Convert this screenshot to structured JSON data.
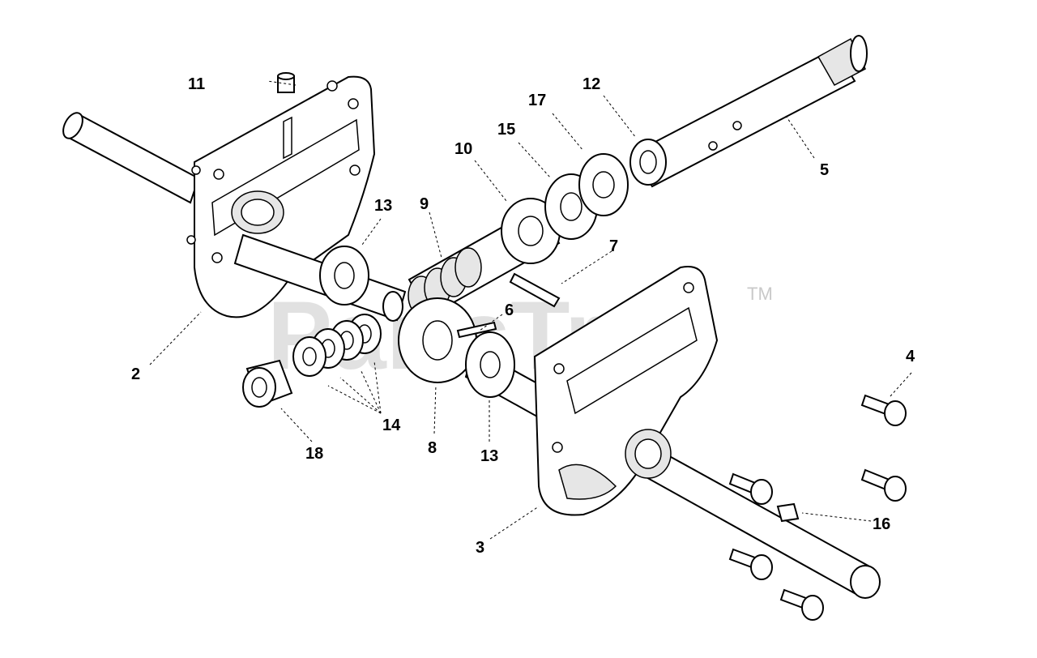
{
  "watermark": {
    "text": "PartsTree",
    "tm": "TM"
  },
  "colors": {
    "ink": "#000000",
    "paper": "#ffffff",
    "watermark": "#c9c9c9"
  },
  "callouts": {
    "c2": "2",
    "c3": "3",
    "c4": "4",
    "c5": "5",
    "c6": "6",
    "c7": "7",
    "c8": "8",
    "c9": "9",
    "c10": "10",
    "c11": "11",
    "c12": "12",
    "c13a": "13",
    "c13b": "13",
    "c14": "14",
    "c15": "15",
    "c16": "16",
    "c17": "17",
    "c18": "18"
  }
}
